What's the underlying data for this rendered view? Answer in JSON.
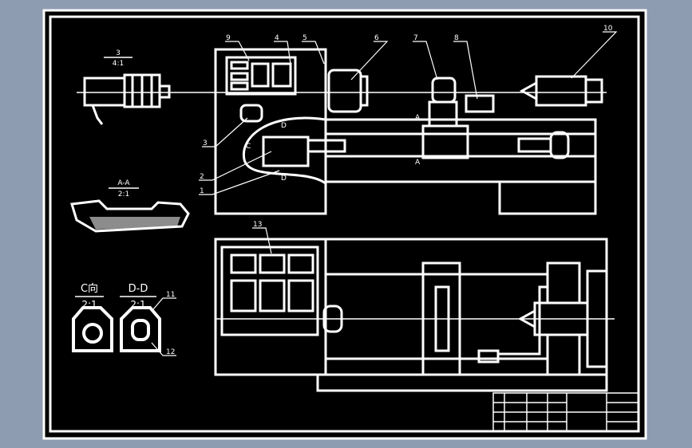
{
  "colors": {
    "background": "#8e9cb1",
    "paper": "#000000",
    "line": "#ffffff"
  },
  "views": {
    "detail_3": {
      "number": "3",
      "scale": "4:1"
    },
    "section_aa": {
      "name": "A-A",
      "scale": "2:1"
    },
    "view_c": {
      "name": "C向",
      "scale": "2:1"
    },
    "section_dd": {
      "name": "D-D",
      "scale": "2:1"
    }
  },
  "section_marks": {
    "a": "A",
    "c": "C",
    "d": "D"
  },
  "callouts": [
    "1",
    "2",
    "3",
    "4",
    "5",
    "6",
    "7",
    "8",
    "9",
    "10",
    "11",
    "12",
    "13"
  ]
}
